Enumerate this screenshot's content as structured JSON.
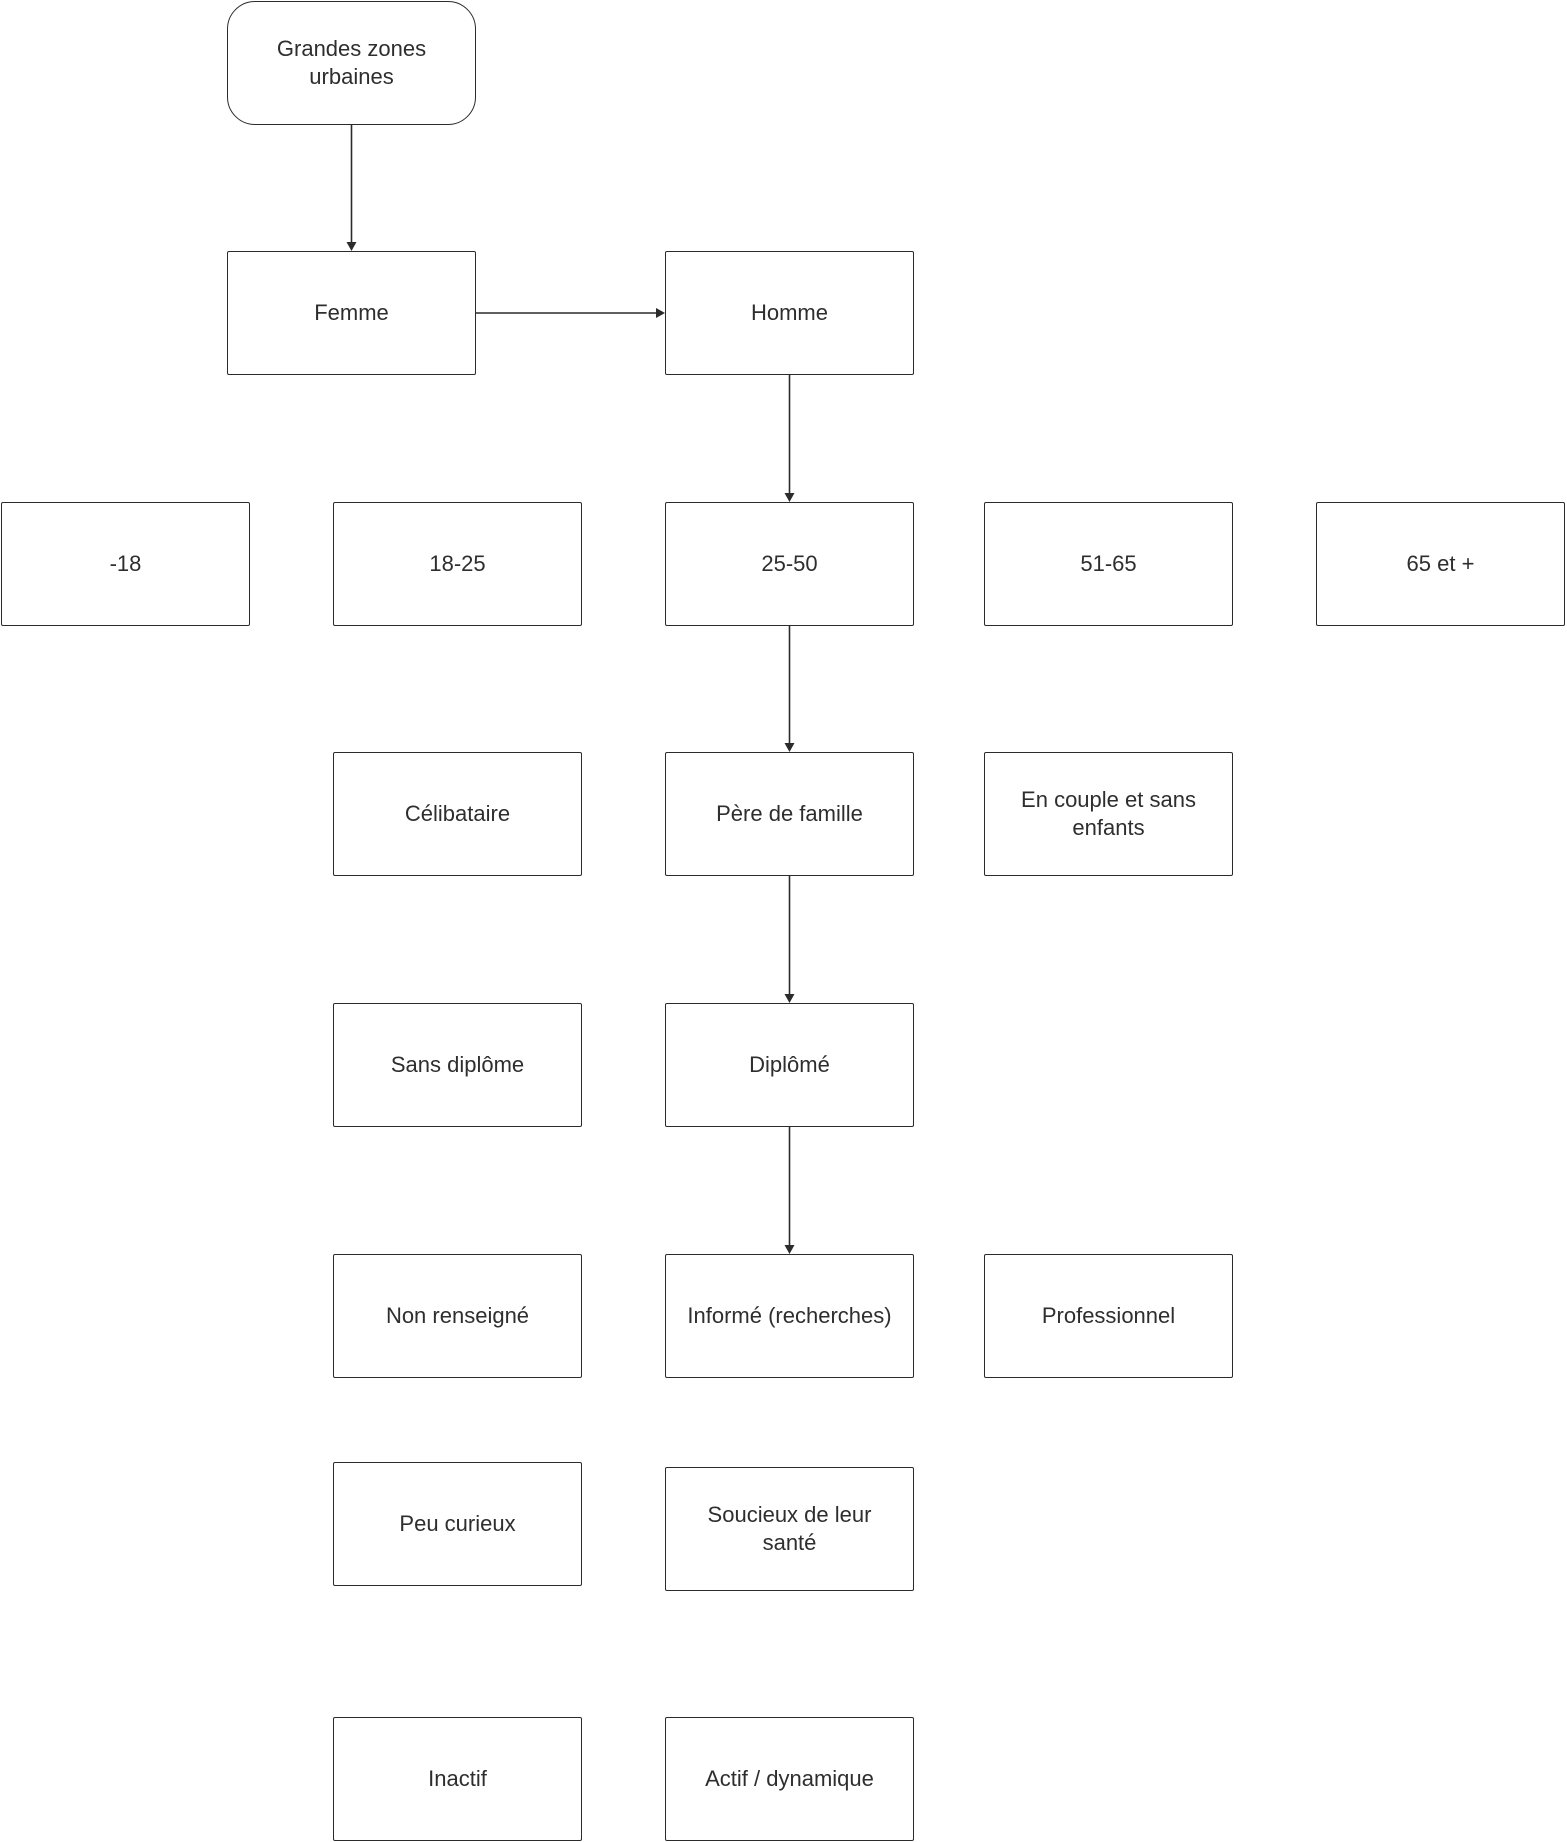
{
  "colors": {
    "stroke": "#2b2b2b",
    "text": "#2e2e2e",
    "background": "#ffffff"
  },
  "nodes": {
    "grandes_zones": "Grandes zones urbaines",
    "femme": "Femme",
    "homme": "Homme",
    "age_moins_18": "-18",
    "age_18_25": "18-25",
    "age_25_50": "25-50",
    "age_51_65": "51-65",
    "age_65_plus": "65 et +",
    "celibataire": "Célibataire",
    "pere_de_famille": "Père de famille",
    "en_couple": "En couple et sans enfants",
    "sans_diplome": "Sans diplôme",
    "diplome": "Diplômé",
    "non_renseigne": "Non renseigné",
    "informe": "Informé (recherches)",
    "professionnel": "Professionnel",
    "peu_curieux": "Peu curieux",
    "soucieux": "Soucieux de leur santé",
    "inactif": "Inactif",
    "actif": "Actif / dynamique"
  },
  "edges": [
    {
      "from": "grandes_zones",
      "to": "femme"
    },
    {
      "from": "femme",
      "to": "homme"
    },
    {
      "from": "homme",
      "to": "age_25_50"
    },
    {
      "from": "age_25_50",
      "to": "pere_de_famille"
    },
    {
      "from": "pere_de_famille",
      "to": "diplome"
    },
    {
      "from": "diplome",
      "to": "informe"
    }
  ]
}
